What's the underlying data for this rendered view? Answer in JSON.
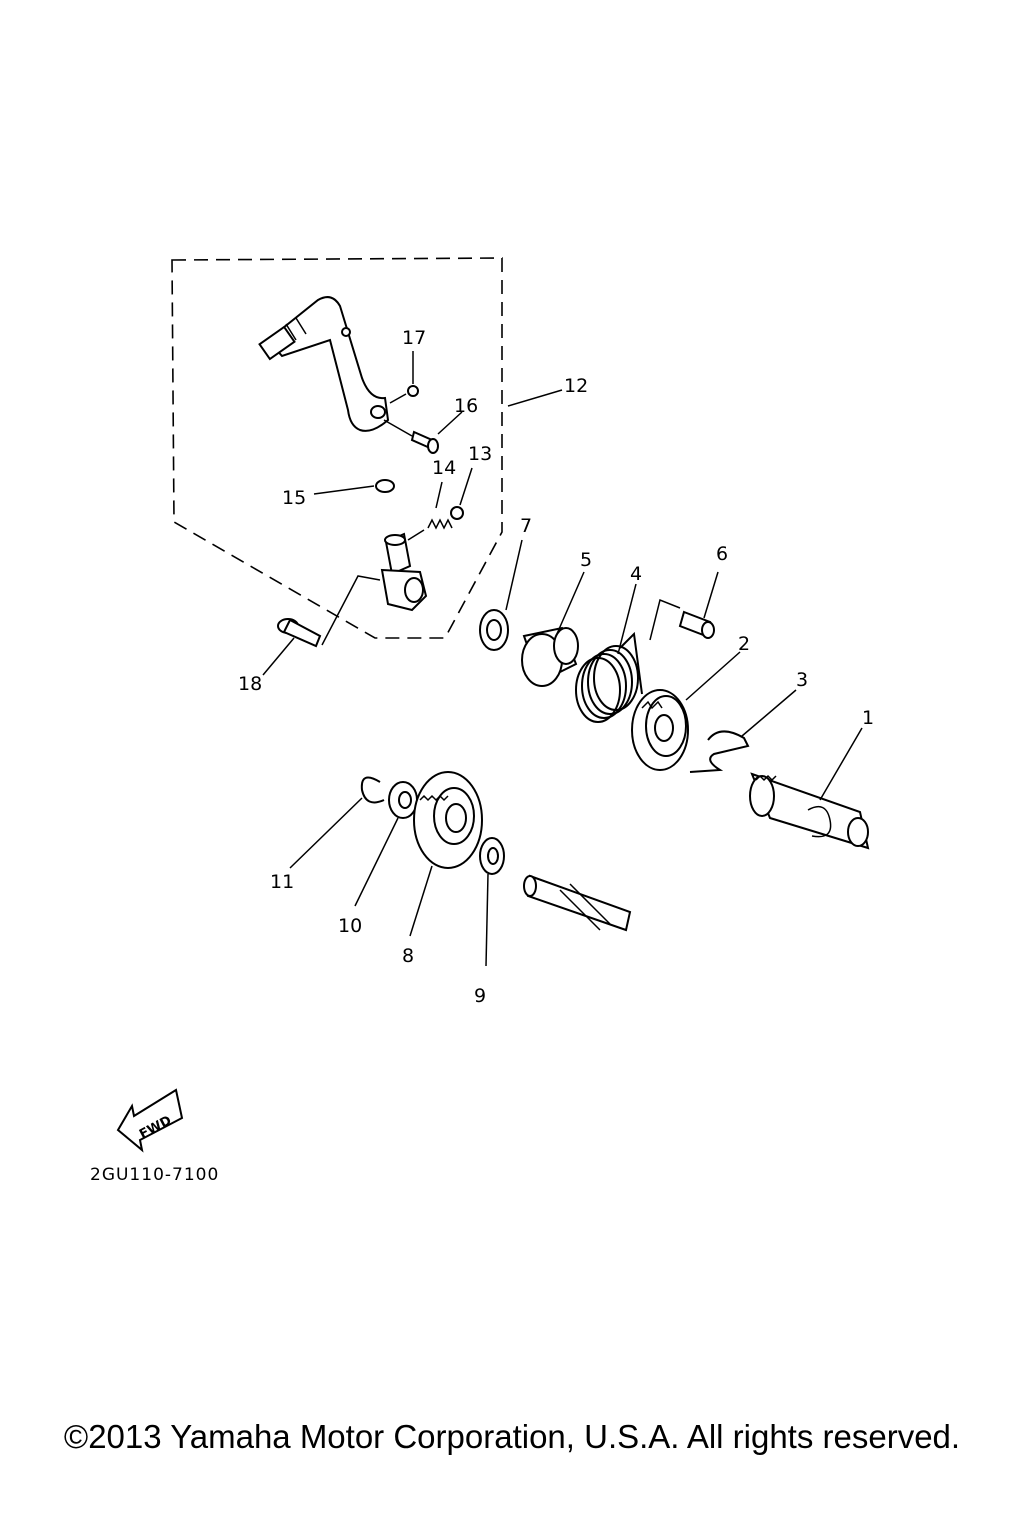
{
  "callouts": {
    "c1": "1",
    "c2": "2",
    "c3": "3",
    "c4": "4",
    "c5": "5",
    "c6": "6",
    "c7": "7",
    "c8": "8",
    "c9": "9",
    "c10": "10",
    "c11": "11",
    "c12": "12",
    "c13": "13",
    "c14": "14",
    "c15": "15",
    "c16": "16",
    "c17": "17",
    "c18": "18"
  },
  "fwd_label": "FWD",
  "diagram_code": "2GU110-7100",
  "copyright": "©2013 Yamaha Motor Corporation, U.S.A. All rights reserved."
}
